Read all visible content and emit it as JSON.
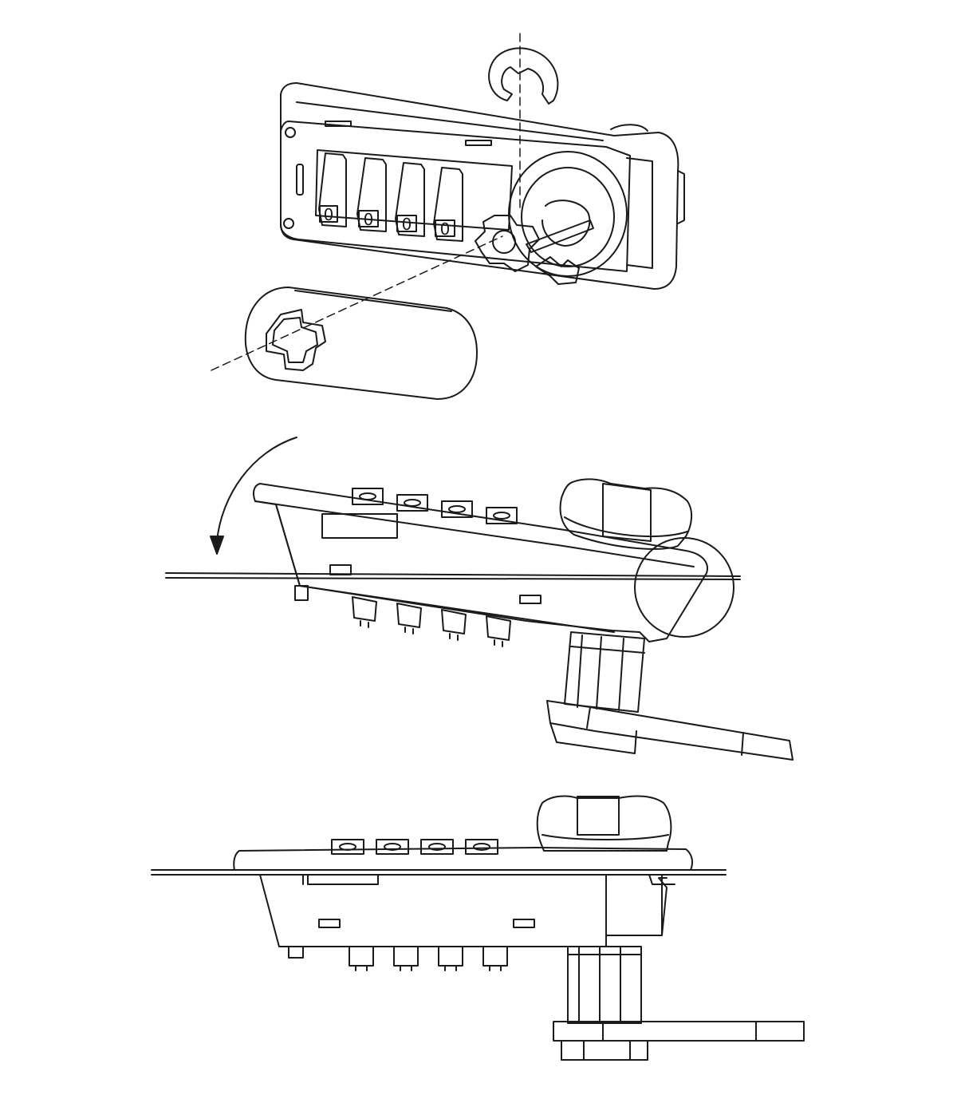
{
  "diagram": {
    "dials": [
      "0",
      "0",
      "0",
      "0"
    ]
  }
}
